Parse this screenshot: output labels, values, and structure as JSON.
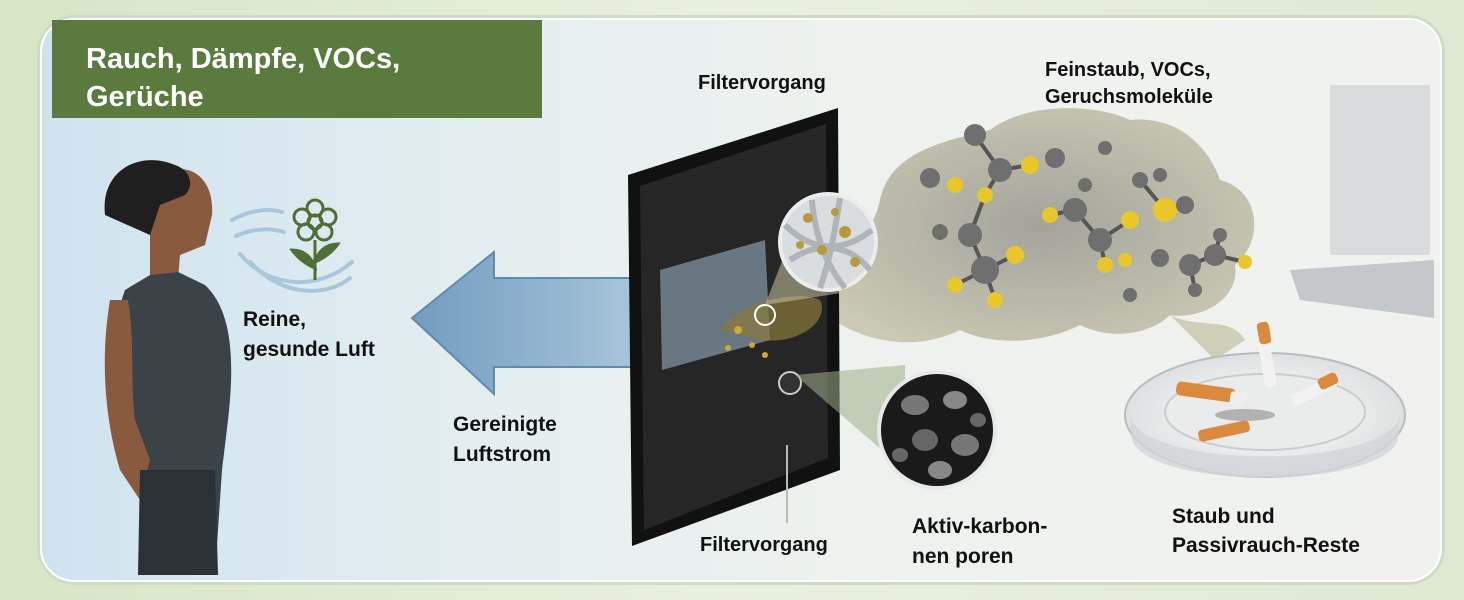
{
  "title": "Rauch, Dämpfe, VOCs,\nGerüche",
  "labels": {
    "clean_air": "Reine,\ngesunde Luft",
    "air_stream": "Gereinigte\nLuftstrom",
    "filter_top": "Filtervorgang",
    "filter_bottom": "Filtervorgang",
    "pollutants": "Feinstaub, VOCs,\nGeruchsmoleküle",
    "carbon_pores": "Aktiv-karbon-\nnen poren",
    "ashtray": "Staub und\nPassivrauch-Reste"
  },
  "icons": [
    "person-icon",
    "flower-icon",
    "arrow-left-icon",
    "filter-panel-icon",
    "magnifier-fiber-icon",
    "magnifier-pores-icon",
    "molecule-cloud-icon",
    "ashtray-icon",
    "laptop-icon"
  ],
  "colors": {
    "title_bg": "#5a7a3e",
    "molecule_yellow": "#e8c72a",
    "molecule_grey": "#6f6f6f",
    "filter_black": "#1c1c1c"
  }
}
